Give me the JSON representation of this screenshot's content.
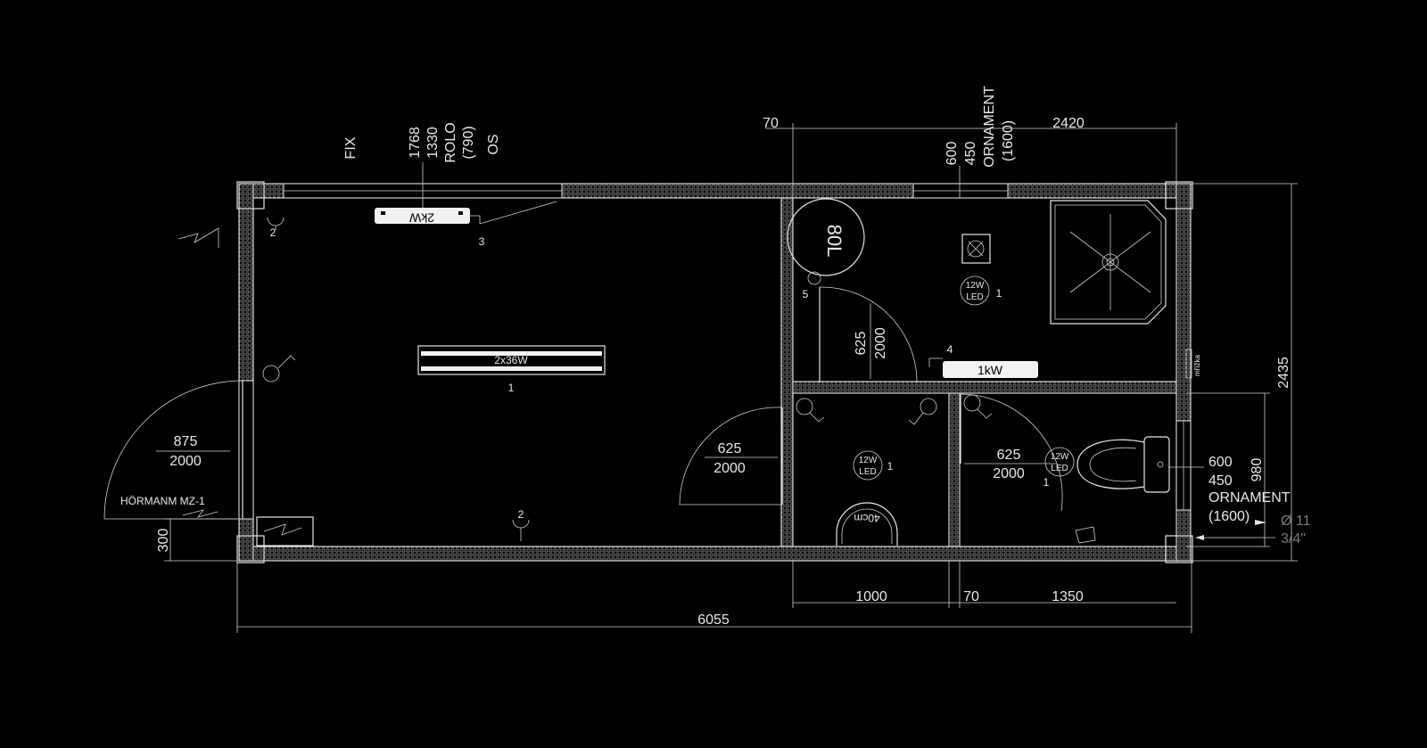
{
  "dimensions": {
    "total_length": "6055",
    "left_offset": "70",
    "bath_width": "2420",
    "depth": "2435",
    "wc_depth": "980",
    "bath_lower": "1000",
    "partition": "70",
    "wc_width": "1350",
    "corner_300": "300"
  },
  "window_main": {
    "type": "FIX",
    "width": "1768",
    "height": "1330",
    "rolo": "ROLO",
    "rolo_size": "(790)",
    "os": "OS"
  },
  "window_bath": {
    "width": "600",
    "height": "450",
    "glass": "ORNAMENT",
    "sill": "(1600)"
  },
  "window_wc": {
    "width": "600",
    "height": "450",
    "glass": "ORNAMENT",
    "sill": "(1600)"
  },
  "entrance_door": {
    "width": "875",
    "height": "2000",
    "model": "HÖRMANM MZ-1"
  },
  "door_main_inner": {
    "width": "625",
    "height": "2000"
  },
  "door_bath": {
    "width": "625",
    "height": "2000"
  },
  "door_wc": {
    "width": "625",
    "height": "2000"
  },
  "fixtures": {
    "heater_2kw": "2kW",
    "heater_1kw": "1kW",
    "fluorescent": "2x36W",
    "boiler": "80L",
    "basin": "40cm",
    "led_power": "12W",
    "led_type": "LED",
    "wall_sign": "mřížka"
  },
  "markers": {
    "m1_main": "1",
    "m1_bath": "1",
    "m1_shower": "1",
    "m1_wc": "1",
    "m2_top": "2",
    "m2_bottom": "2",
    "m3": "3",
    "m4": "4",
    "m5": "5"
  },
  "pipe_note": {
    "diameter": "Ø 11",
    "thread": "3/4\""
  }
}
